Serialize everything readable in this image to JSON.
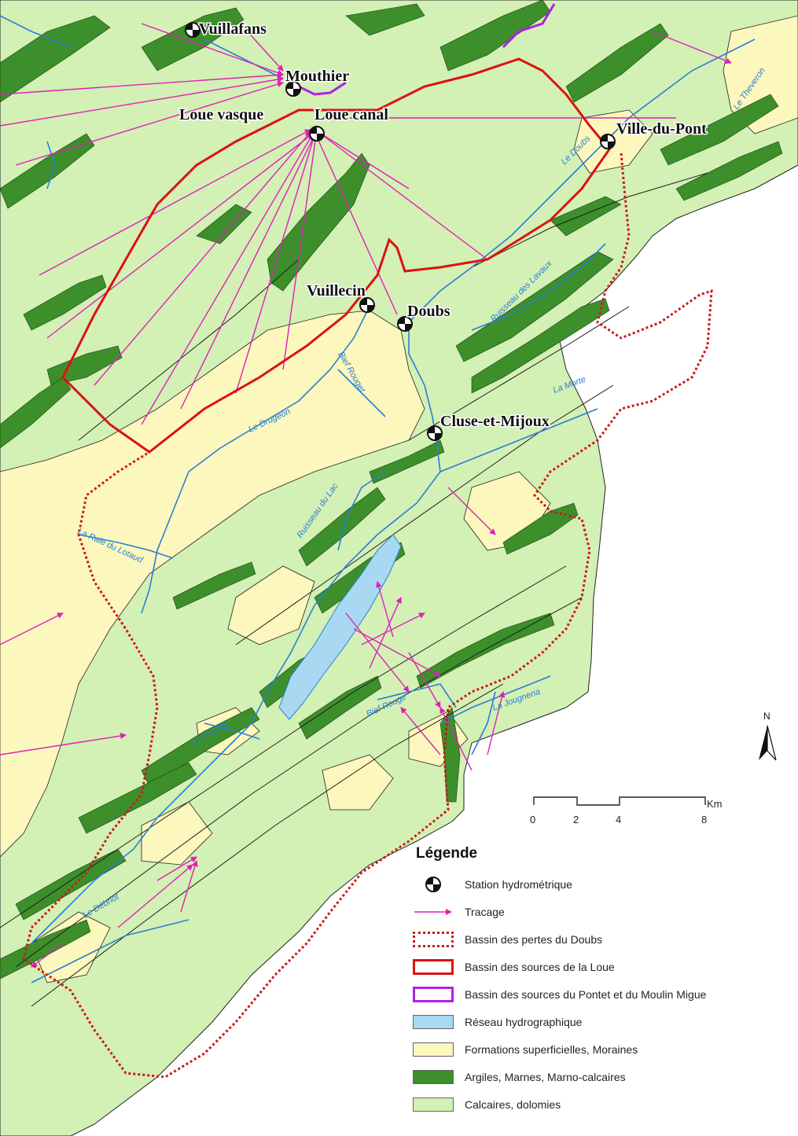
{
  "colors": {
    "calcaires": "#d3f0b5",
    "argiles": "#3c8f2a",
    "formations": "#fbf7bd",
    "reseau": "#a8d8f2",
    "river": "#2a7fd4",
    "tracage": "#e020b8",
    "bassin_loue": "#dd1111",
    "bassin_doubs": "#cc1a1a",
    "bassin_pontet": "#b020e6"
  },
  "stations": [
    {
      "label": "Vuillafans"
    },
    {
      "label": "Mouthier"
    },
    {
      "label": "Loue vasque"
    },
    {
      "label": "Loue canal"
    },
    {
      "label": "Ville-du-Pont"
    },
    {
      "label": "Vuillecin"
    },
    {
      "label": "Doubs"
    },
    {
      "label": "Cluse-et-Mijoux"
    }
  ],
  "rivers": [
    {
      "label": "Le Doubs"
    },
    {
      "label": "Le Theveron"
    },
    {
      "label": "Ruisseau des Lavaux"
    },
    {
      "label": "Le Drugeon"
    },
    {
      "label": "Bief Rouget"
    },
    {
      "label": "La Morte"
    },
    {
      "label": "La Raie du Lotaud"
    },
    {
      "label": "Ruisseau du Lac"
    },
    {
      "label": "Bief Rouge"
    },
    {
      "label": "La Jougnena"
    },
    {
      "label": "La Fuvelle"
    },
    {
      "label": "Le Débriot"
    }
  ],
  "north_arrow": {
    "label": "N"
  },
  "scale_bar": {
    "unit": "Km",
    "ticks": [
      "0",
      "2",
      "4",
      "8"
    ]
  },
  "legend": {
    "title": "Légende",
    "items": [
      {
        "label": "Station hydrométrique",
        "icon": "station-icon"
      },
      {
        "label": "Tracage",
        "icon": "arrow-icon"
      },
      {
        "label": "Bassin des pertes du Doubs",
        "icon": "dotted-outline"
      },
      {
        "label": "Bassin des sources de la Loue",
        "icon": "red-outline"
      },
      {
        "label": "Bassin des sources du Pontet et du Moulin Migue",
        "icon": "purple-outline"
      },
      {
        "label": "Réseau hydrographique",
        "icon": "blue-fill"
      },
      {
        "label": "Formations superficielles, Moraines",
        "icon": "yellow-fill"
      },
      {
        "label": "Argiles, Marnes, Marno-calcaires",
        "icon": "green-fill"
      },
      {
        "label": "Calcaires, dolomies",
        "icon": "lightgreen-fill"
      }
    ]
  }
}
